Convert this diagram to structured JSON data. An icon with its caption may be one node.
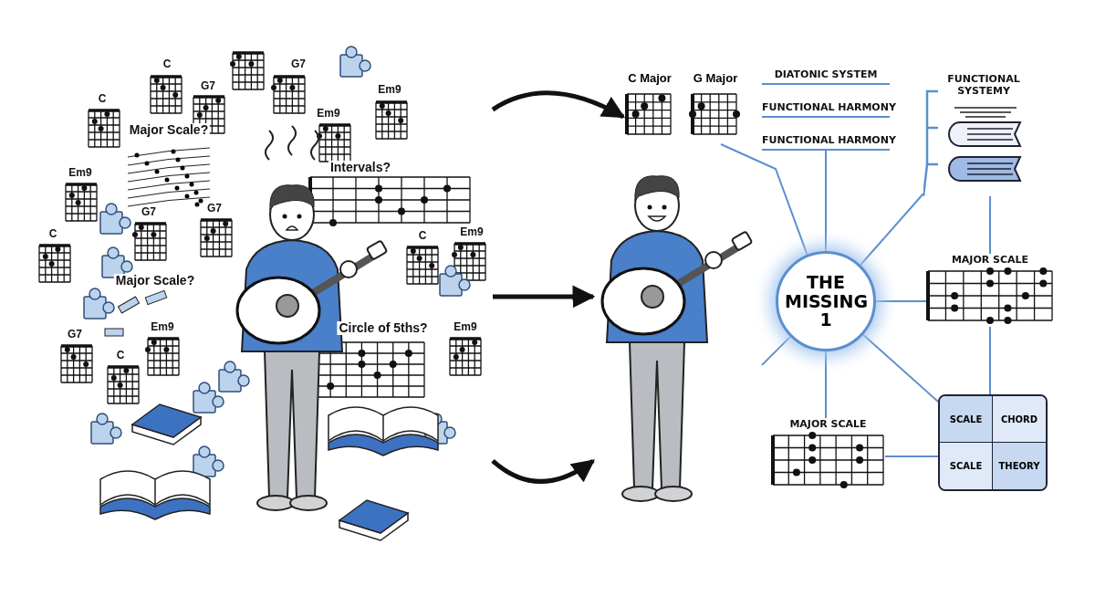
{
  "diagram": {
    "nodes": [
      {
        "text": [],
        "shape": "picture"
      },
      {
        "text": [],
        "shape": "picture"
      },
      {
        "text": [
          "C Major",
          "G Major"
        ]
      },
      {
        "text": [
          "THE MISSING 1"
        ]
      },
      {
        "text": [
          "DIATONIC SYSTEM",
          "FUNCTIONAL HARMONY",
          "FUNCTIONAL HARMONY"
        ]
      },
      {
        "text": [
          "FUNCTIONAL SYSTEMY"
        ]
      },
      {
        "text": [
          "MAJOR SCALE"
        ]
      },
      {
        "text": [
          "SCALE",
          "CHORD",
          "SCALE",
          "THEORY"
        ]
      },
      {
        "text": [
          "MAJOR SCALE"
        ]
      }
    ],
    "edges": [
      {
        "from": 0,
        "to": 2,
        "arrow": "to",
        "style": "thick",
        "color": "#111111"
      },
      {
        "from": 0,
        "to": 1,
        "arrow": "to",
        "style": "thick",
        "color": "#111111"
      },
      {
        "from": 0,
        "to": 1,
        "arrow": "to",
        "style": "thick",
        "color": "#111111"
      },
      {
        "from": 3,
        "to": 2,
        "arrow": "none"
      },
      {
        "from": 3,
        "to": 4,
        "arrow": "none"
      },
      {
        "from": 3,
        "to": 5,
        "arrow": "none"
      },
      {
        "from": 3,
        "to": 6,
        "arrow": "none"
      },
      {
        "from": 3,
        "to": 7,
        "arrow": "none"
      },
      {
        "from": 3,
        "to": 8,
        "arrow": "none"
      },
      {
        "from": 3,
        "to": 1,
        "arrow": "none"
      },
      {
        "from": 5,
        "to": 6,
        "arrow": "none"
      },
      {
        "from": 6,
        "to": 7,
        "arrow": "none"
      },
      {
        "from": 8,
        "to": 7,
        "arrow": "none"
      }
    ],
    "labels": [
      "C",
      "G7",
      "G7",
      "C",
      "Em9",
      "Em9",
      "Major Scale?",
      "Em9",
      "Intervals?",
      "G7",
      "G7",
      "C",
      "C",
      "Em9",
      "Major Scale?",
      "Circle of 5ths?",
      "G7",
      "Em9",
      "Em9",
      "C"
    ]
  }
}
